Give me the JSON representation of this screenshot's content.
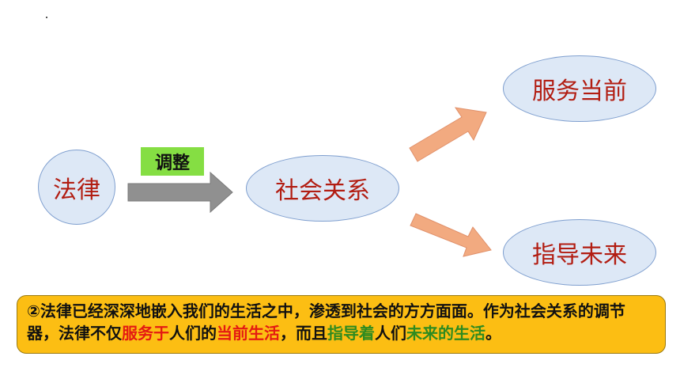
{
  "nodes": {
    "law": "法律",
    "social": "社会关系",
    "serve": "服务当前",
    "guide": "指导未来"
  },
  "edge_label": "调整",
  "note": {
    "p1": "②法律已经深深地嵌入我们的生活之中，渗透到社会的方方面面。作为社会关系的调节器，法律不仅",
    "h1": "服务于",
    "p2": "人们的",
    "h2": "当前生活",
    "p3": "，而且",
    "h3": "指导着",
    "p4": "人们",
    "h4": "未来",
    "h5": "的生活",
    "p5": "。"
  },
  "colors": {
    "node_fill": "#dde8f6",
    "node_text": "#b21d12",
    "gray_arrow": "#909090",
    "orange_arrow": "#f2aa80",
    "label_bg": "#85de43",
    "note_bg": "#fcbe13",
    "highlight_red": "#e41a12",
    "highlight_green": "#2e8b20"
  }
}
